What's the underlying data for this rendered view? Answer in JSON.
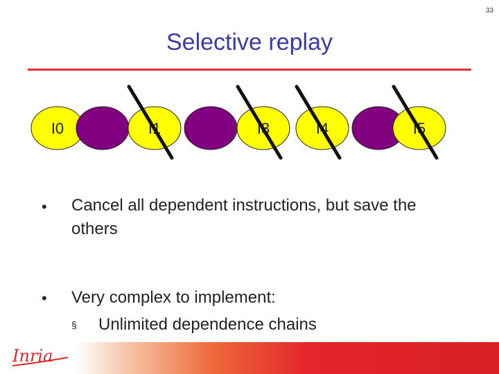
{
  "page_number": "33",
  "title": "Selective replay",
  "colors": {
    "title": "#3b3ba8",
    "rule": "#e5302c",
    "kept_fill": "#ffff00",
    "dependent_fill": "#800080",
    "cancel_stroke": "#111111",
    "footer_red": "#d91e26"
  },
  "diagram": {
    "nodes": [
      {
        "label": "I0",
        "kind": "kept",
        "cancelled": false
      },
      {
        "label": "",
        "kind": "dependent",
        "cancelled": false
      },
      {
        "label": "I1",
        "kind": "kept",
        "cancelled": true
      },
      {
        "label": "",
        "kind": "dependent",
        "cancelled": false
      },
      {
        "label": "I3",
        "kind": "kept",
        "cancelled": true
      },
      {
        "label": "I4",
        "kind": "kept",
        "cancelled": true
      },
      {
        "label": "",
        "kind": "dependent",
        "cancelled": false
      },
      {
        "label": "I5",
        "kind": "kept",
        "cancelled": true
      }
    ]
  },
  "bullets": [
    {
      "marker": "•",
      "text_line1": "Cancel all dependent instructions, but save the",
      "text_line2": "others"
    },
    {
      "marker": "•",
      "text_line1": "Very complex to implement:",
      "sub_marker": "§",
      "sub_text": "Unlimited dependence chains"
    }
  ],
  "footer": {
    "logo_icon": "inria-logo",
    "logo_text": "Inria"
  }
}
